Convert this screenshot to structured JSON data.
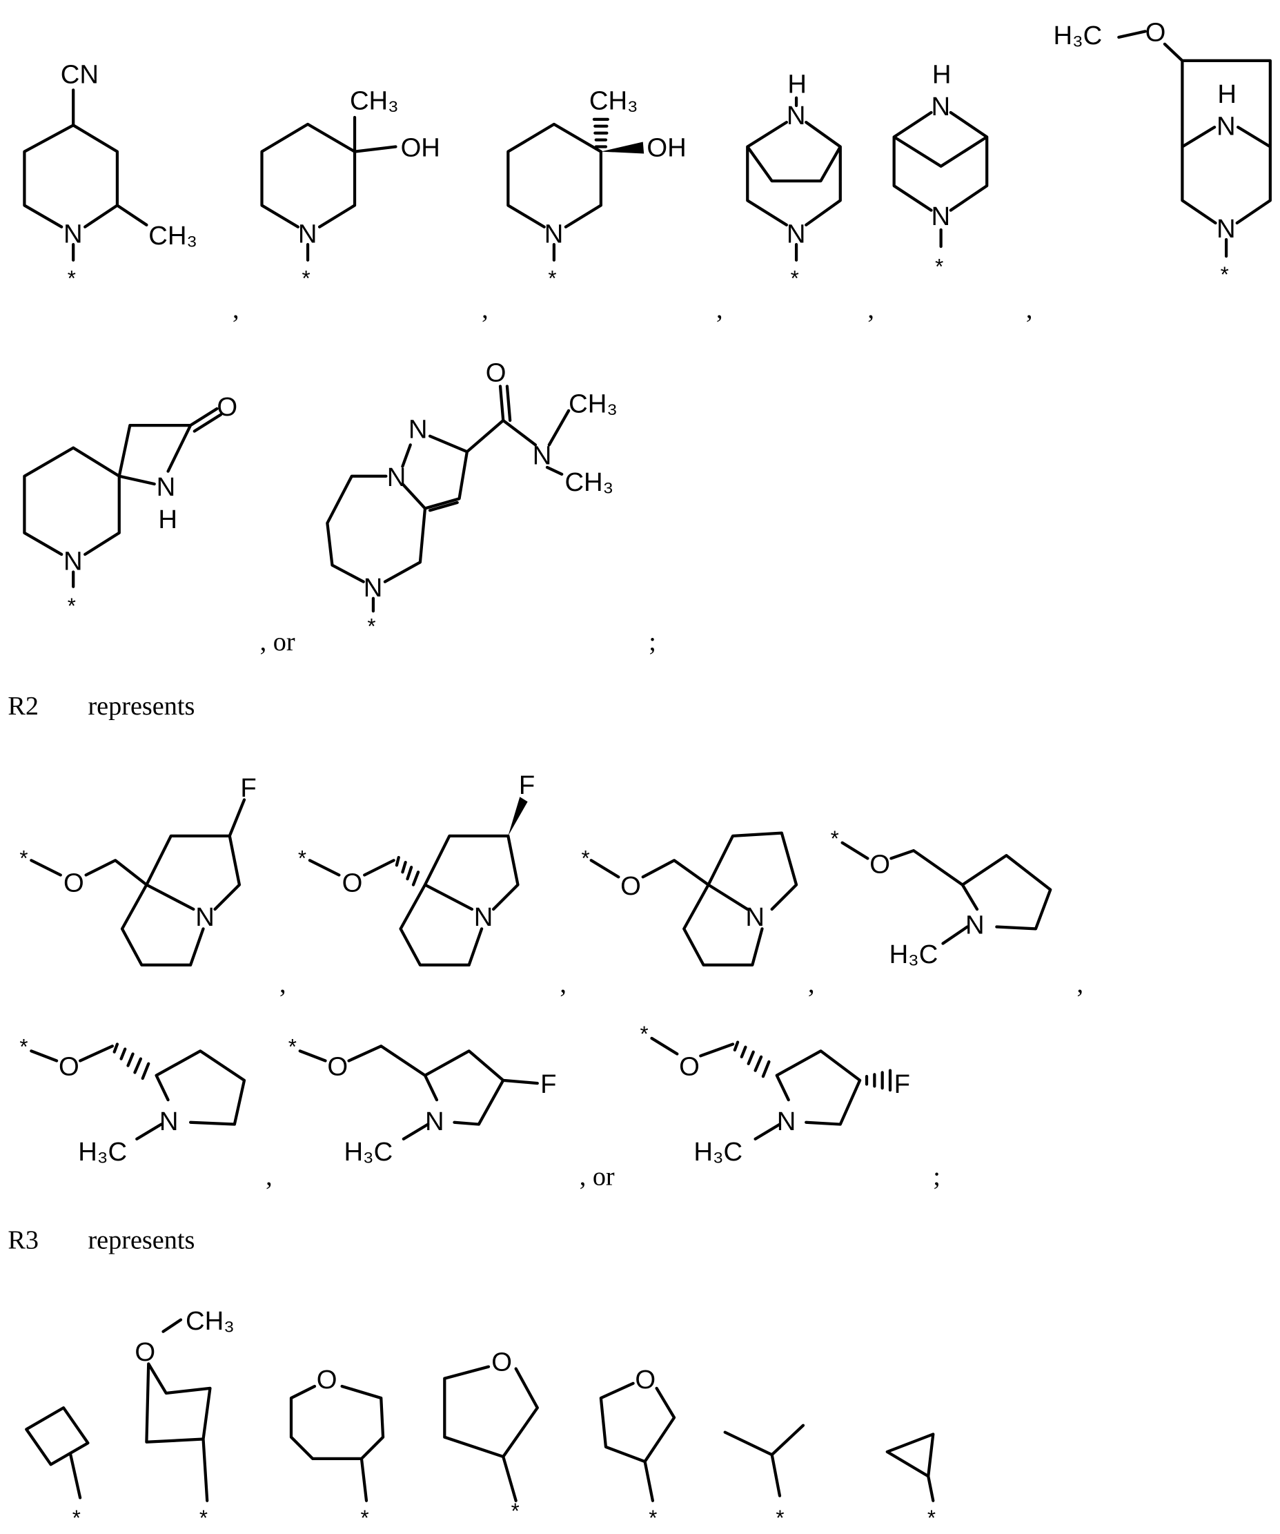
{
  "r1_structures": [
    {
      "labels": [
        "CN",
        "CH₃",
        "N",
        "*"
      ]
    },
    {
      "labels": [
        "CH₃",
        "OH",
        "N",
        "*"
      ]
    },
    {
      "labels": [
        "CH₃",
        "OH",
        "N",
        "*"
      ]
    },
    {
      "labels": [
        "H",
        "N",
        "N",
        "*"
      ]
    },
    {
      "labels": [
        "H",
        "N",
        "N",
        "*"
      ]
    },
    {
      "labels": [
        "H₃C",
        "O",
        "H",
        "N",
        "N",
        "*"
      ]
    },
    {
      "labels": [
        "O",
        "N",
        "H",
        "N",
        "*"
      ]
    },
    {
      "labels": [
        "O",
        "N",
        "N",
        "N",
        "CH₃",
        "CH₃",
        "N",
        "*"
      ]
    }
  ],
  "r1_separators": [
    ",",
    ",",
    ",",
    ",",
    ",",
    ", or",
    ";"
  ],
  "r2_heading": {
    "label": "R2",
    "text": "represents"
  },
  "r2_structures": [
    {
      "labels": [
        "*",
        "O",
        "F",
        "N"
      ]
    },
    {
      "labels": [
        "*",
        "O",
        "F",
        "N"
      ]
    },
    {
      "labels": [
        "*",
        "O",
        "N"
      ]
    },
    {
      "labels": [
        "*",
        "O",
        "N",
        "H₃C"
      ]
    },
    {
      "labels": [
        "*",
        "O",
        "N",
        "H₃C"
      ]
    },
    {
      "labels": [
        "*",
        "O",
        "N",
        "H₃C",
        "F"
      ]
    },
    {
      "labels": [
        "*",
        "O",
        "N",
        "H₃C",
        "F"
      ]
    }
  ],
  "r2_separators": [
    ",",
    ",",
    ",",
    ",",
    ",",
    ", or",
    ";"
  ],
  "r3_heading": {
    "label": "R3",
    "text": "represents"
  },
  "r3_structures": [
    {
      "labels": [
        "*"
      ]
    },
    {
      "labels": [
        "CH₃",
        "O",
        "*"
      ]
    },
    {
      "labels": [
        "O",
        "*"
      ]
    },
    {
      "labels": [
        "O",
        "*"
      ]
    },
    {
      "labels": [
        "O",
        "*"
      ]
    },
    {
      "labels": [
        "*"
      ]
    },
    {
      "labels": [
        "*"
      ]
    }
  ]
}
